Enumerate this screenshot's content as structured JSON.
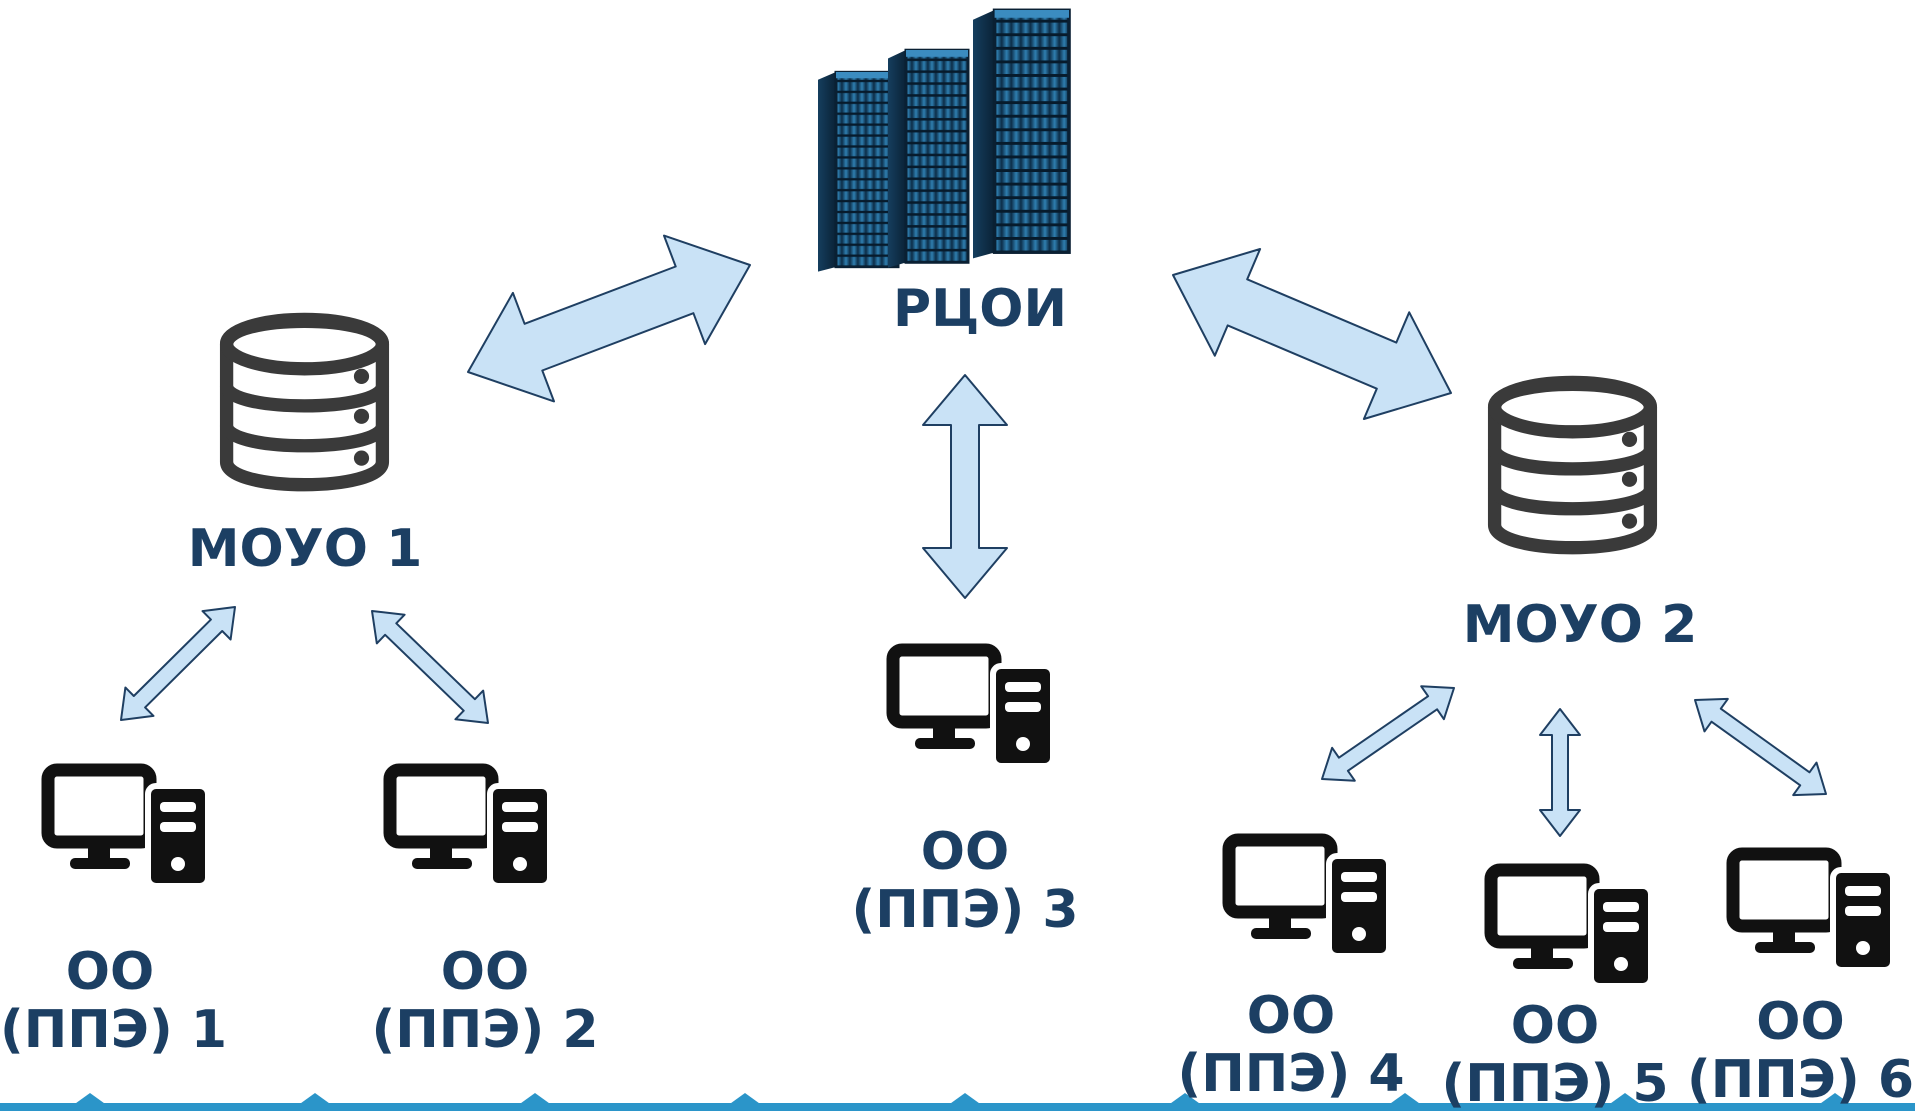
{
  "diagram": {
    "server": {
      "label": "РЦОИ",
      "icon": "server-rack-icon"
    },
    "hubs": [
      {
        "id": "moyo1",
        "label": "МОУО 1",
        "icon": "database-icon"
      },
      {
        "id": "moyo2",
        "label": "МОУО 2",
        "icon": "database-icon"
      }
    ],
    "nodes": [
      {
        "id": "oo1",
        "line1": "ОО",
        "line2": "(ППЭ) 1",
        "icon": "computer-icon"
      },
      {
        "id": "oo2",
        "line1": "ОО",
        "line2": "(ППЭ) 2",
        "icon": "computer-icon"
      },
      {
        "id": "oo3",
        "line1": "ОО",
        "line2": "(ППЭ) 3",
        "icon": "computer-icon"
      },
      {
        "id": "oo4",
        "line1": "ОО",
        "line2": "(ППЭ) 4",
        "icon": "computer-icon"
      },
      {
        "id": "oo5",
        "line1": "ОО",
        "line2": "(ППЭ) 5",
        "icon": "computer-icon"
      },
      {
        "id": "oo6",
        "line1": "ОО",
        "line2": "(ППЭ) 6",
        "icon": "computer-icon"
      }
    ],
    "colors": {
      "text": "#1c3f63",
      "arrow_fill": "#c9e2f6",
      "arrow_stroke": "#1f3f62",
      "icon": "#111111",
      "server": "#1e5c86",
      "bottom_band": "#2b95c9"
    }
  }
}
